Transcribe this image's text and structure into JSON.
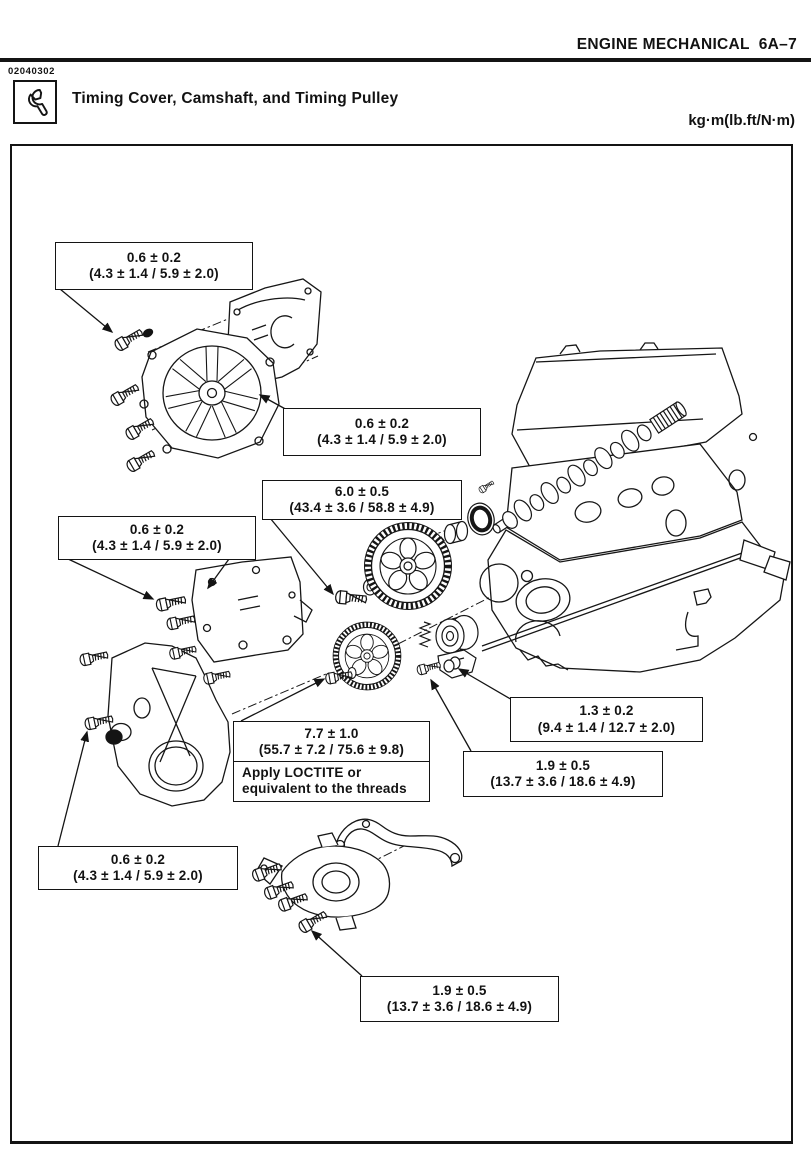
{
  "page": {
    "header": "ENGINE MECHANICAL  6A–7",
    "figure_code": "02040302",
    "section_title": "Timing Cover, Camshaft, and Timing Pulley",
    "torque_units": "kg·m(lb.ft/N·m)"
  },
  "callouts": [
    {
      "torque": "0.6 ± 0.2",
      "converted": "(4.3 ± 1.4 / 5.9 ± 2.0)"
    },
    {
      "torque": "0.6 ± 0.2",
      "converted": "(4.3 ± 1.4 / 5.9 ± 2.0)"
    },
    {
      "torque": "6.0 ± 0.5",
      "converted": "(43.4 ± 3.6 / 58.8 ± 4.9)"
    },
    {
      "torque": "0.6 ± 0.2",
      "converted": "(4.3 ± 1.4 / 5.9 ± 2.0)"
    },
    {
      "torque": "7.7 ± 1.0",
      "converted": "(55.7 ± 7.2 / 75.6 ± 9.8)",
      "note_line1": "Apply LOCTITE or",
      "note_line2": "equivalent to the threads"
    },
    {
      "torque": "1.3 ± 0.2",
      "converted": "(9.4 ± 1.4 / 12.7 ± 2.0)"
    },
    {
      "torque": "1.9 ± 0.5",
      "converted": "(13.7 ± 3.6 / 18.6 ± 4.9)"
    },
    {
      "torque": "0.6 ± 0.2",
      "converted": "(4.3 ± 1.4 / 5.9 ± 2.0)"
    },
    {
      "torque": "1.9 ± 0.5",
      "converted": "(13.7 ± 3.6 / 18.6 ± 4.9)"
    }
  ]
}
